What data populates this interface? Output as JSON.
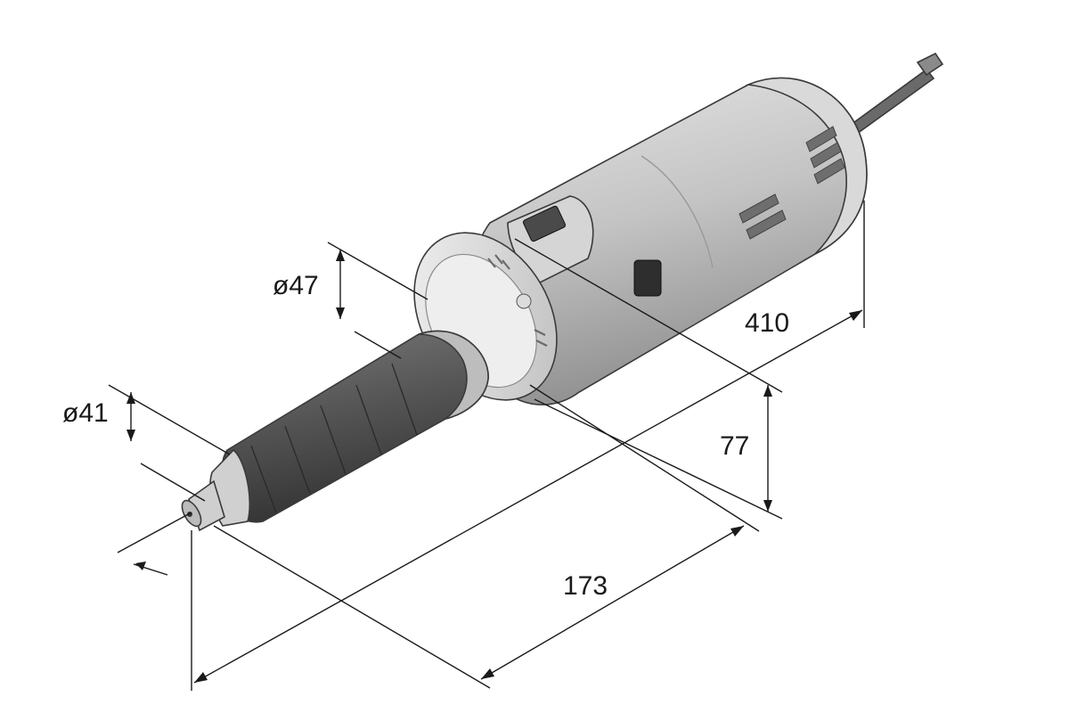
{
  "dimensions": {
    "collet_diameter": "ø41",
    "neck_diameter": "ø47",
    "total_length": "410",
    "height": "77",
    "nose_length": "173"
  },
  "colors": {
    "body": "#c9c9c9",
    "body_shadow": "#9a9a9a",
    "grip": "#5a5a5a",
    "grip_dark": "#3c3c3c",
    "outline": "#3a3a3a",
    "dimension_line": "#1a1a1a"
  }
}
